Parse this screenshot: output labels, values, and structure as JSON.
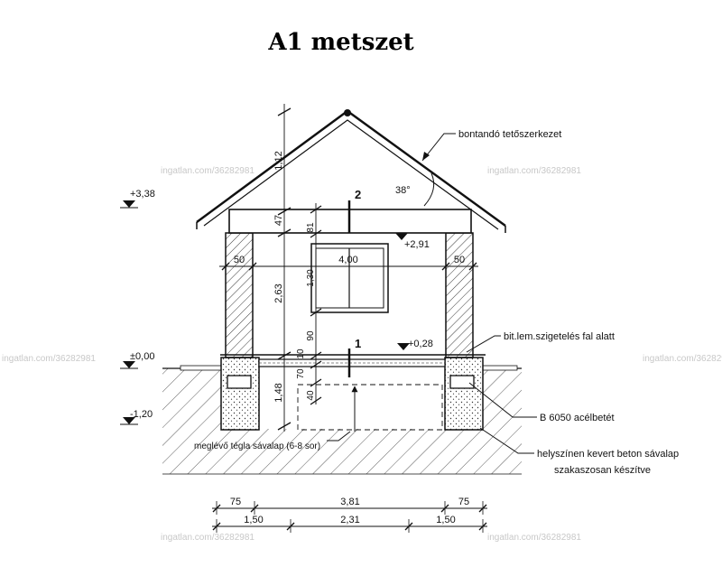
{
  "title": "A1  metszet",
  "levels": {
    "top": "+3,38",
    "ceiling": "+2,91",
    "zero": "±0,00",
    "floor": "+0,28",
    "bottom": "-1,20"
  },
  "vertical_dims": {
    "roof": "1,12",
    "beam": "47",
    "ceiling_small": "81",
    "wall": "2,63",
    "window": "1,30",
    "sill": "90",
    "base_small": "10",
    "base_70": "70",
    "foundation": "1,48",
    "footing": "40"
  },
  "horizontal_dims": {
    "wall_left": "50",
    "interior": "4,00",
    "wall_right": "50",
    "row1": [
      "75",
      "3,81",
      "75"
    ],
    "row2": [
      "1,50",
      "2,31",
      "1,50"
    ]
  },
  "angle": "38°",
  "markers": {
    "m1": "1",
    "m2": "2"
  },
  "annotations": {
    "roof_structure": "bontandó tetőszerkezet",
    "insulation": "bit.lem.szigetelés fal alatt",
    "rebar": "B 6050 acélbetét",
    "concrete_line1": "helyszínen kevert beton sávalap",
    "concrete_line2": "szakaszosan készítve",
    "existing": "meglévő tégla sávalap (6-8 sor)"
  },
  "watermark": "ingatlan.com/36282981"
}
